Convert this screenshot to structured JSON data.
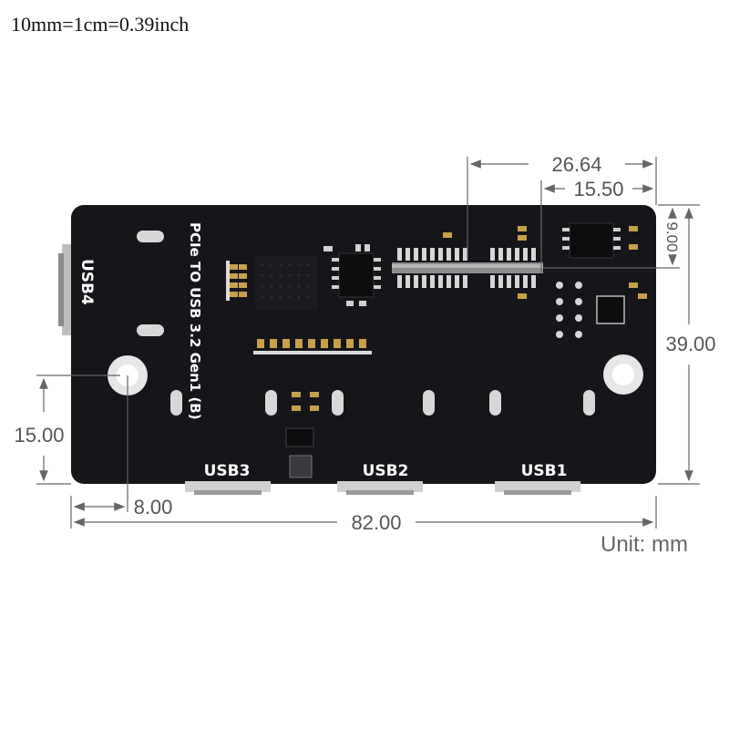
{
  "scale_note": "10mm=1cm=0.39inch",
  "unit_note": "Unit: mm",
  "board": {
    "title": "PCIe TO USB 3.2 Gen1 (B)",
    "ports": {
      "usb1": "USB1",
      "usb2": "USB2",
      "usb3": "USB3",
      "usb4": "USB4"
    }
  },
  "dimensions": {
    "total_width": "82.00",
    "total_height": "39.00",
    "hole_x_offset": "8.00",
    "hole_y_offset": "15.00",
    "connector_span": "26.64",
    "connector_offset": "15.50",
    "connector_y": "9.00"
  },
  "colors": {
    "pcb": "#15151a",
    "silkscreen": "#ffffff",
    "dimension_line": "#666666",
    "pad": "#c9c9c9",
    "gold": "#c8a04a"
  }
}
